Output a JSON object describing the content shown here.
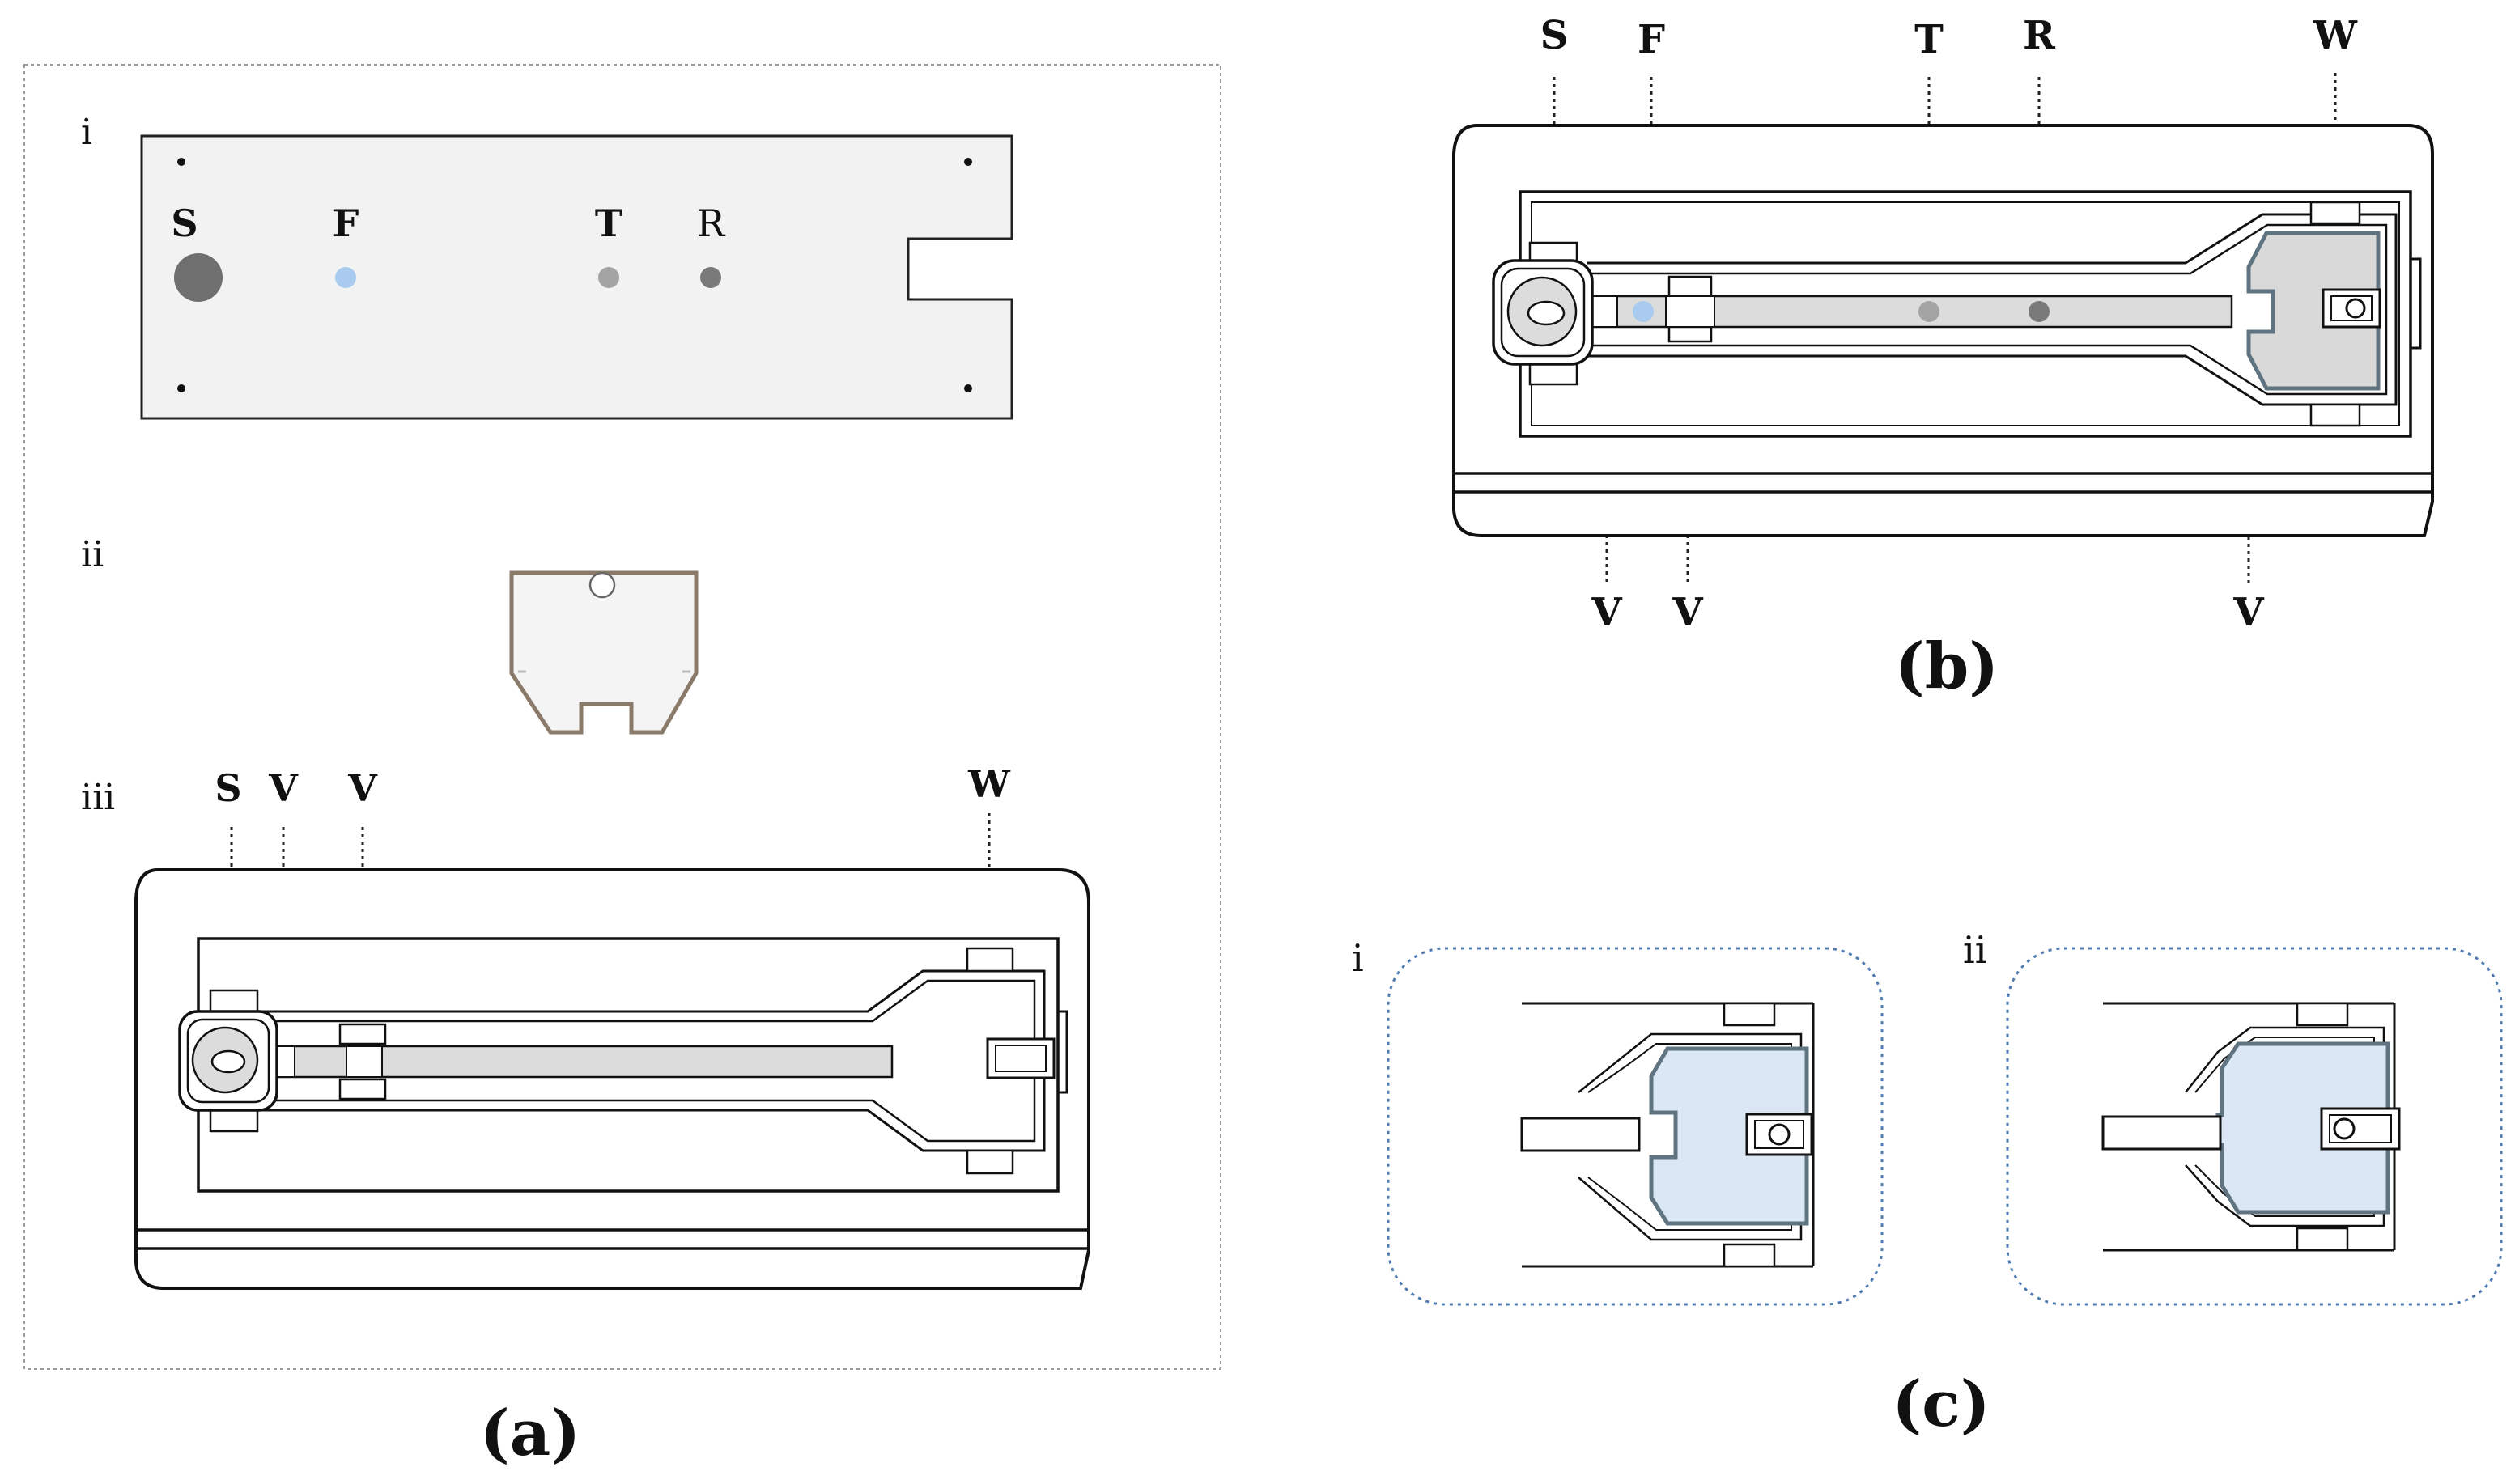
{
  "panel_a": {
    "caption": "(a)",
    "sub_i": {
      "roman": "i",
      "labels": {
        "S": "S",
        "F": "F",
        "T": "T",
        "R": "R"
      }
    },
    "sub_ii": {
      "roman": "ii"
    },
    "sub_iii": {
      "roman": "iii",
      "labels": {
        "S": "S",
        "V1": "V",
        "V2": "V",
        "W": "W"
      }
    }
  },
  "panel_b": {
    "caption": "(b)",
    "labels": {
      "S": "S",
      "F": "F",
      "T": "T",
      "R": "R",
      "W": "W",
      "V1": "V",
      "V2": "V",
      "V3": "V"
    }
  },
  "panel_c": {
    "caption": "(c)",
    "sub_i": {
      "roman": "i"
    },
    "sub_ii": {
      "roman": "ii"
    }
  },
  "colors": {
    "spot_S": "#6f6f6f",
    "spot_F": "#a9cbef",
    "spot_T": "#a4a4a4",
    "spot_R": "#7a7a7a",
    "strip": "#dcdcdc",
    "pad": "#d9d9d9",
    "pad_blue": "#dbe7f4",
    "dotted_frame": "#9a9a9a",
    "dotted_blue": "#4f7bb0"
  }
}
